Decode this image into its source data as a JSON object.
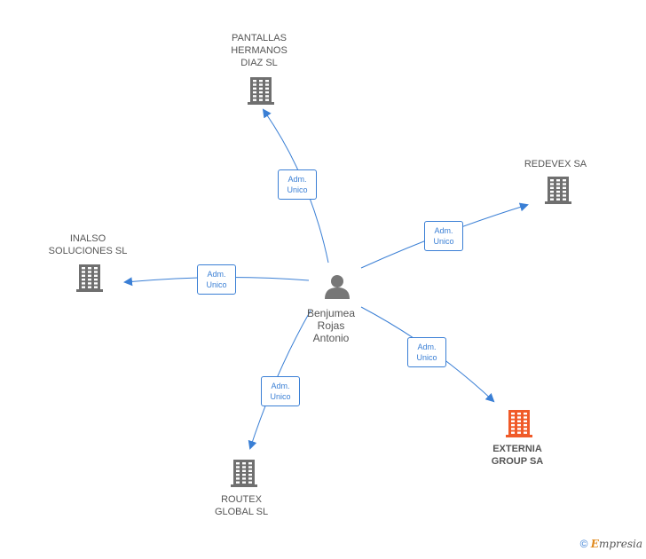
{
  "center": {
    "name": "Benjumea\nRojas\nAntonio",
    "icon": "person-icon"
  },
  "nodes": [
    {
      "id": "pantallas",
      "name": "PANTALLAS\nHERMANOS\nDIAZ SL",
      "icon": "building-icon",
      "highlight": false,
      "edge": "Adm.\nUnico"
    },
    {
      "id": "redevex",
      "name": "REDEVEX SA",
      "icon": "building-icon",
      "highlight": false,
      "edge": "Adm.\nUnico"
    },
    {
      "id": "inalso",
      "name": "INALSO\nSOLUCIONES SL",
      "icon": "building-icon",
      "highlight": false,
      "edge": "Adm.\nUnico"
    },
    {
      "id": "externia",
      "name": "EXTERNIA\nGROUP SA",
      "icon": "building-icon",
      "highlight": true,
      "edge": "Adm.\nUnico"
    },
    {
      "id": "routex",
      "name": "ROUTEX\nGLOBAL SL",
      "icon": "building-icon",
      "highlight": false,
      "edge": "Adm.\nUnico"
    }
  ],
  "colors": {
    "edge": "#3a7fd5",
    "building": "#6f6f6f",
    "building_highlight": "#f05a28",
    "person": "#777777"
  },
  "footer": {
    "copyright_symbol": "©",
    "brand_initial": "E",
    "brand_rest": "mpresia"
  }
}
